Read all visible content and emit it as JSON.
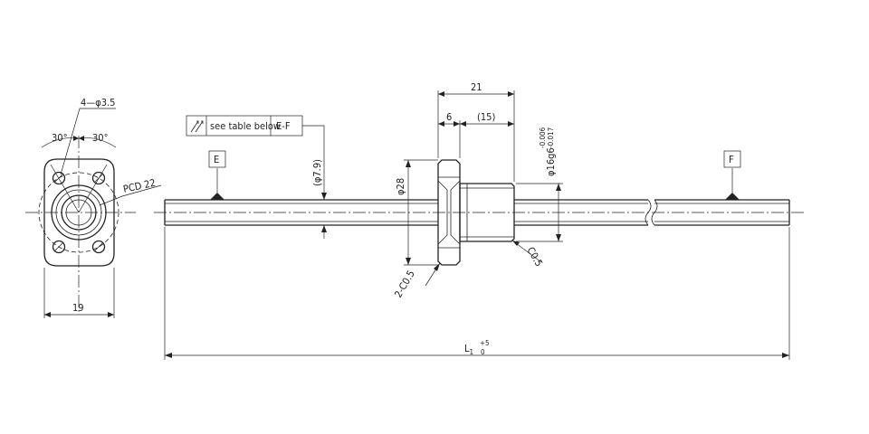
{
  "labels": {
    "holes": "4—φ3.5",
    "angle_left": "30°",
    "angle_right": "30°",
    "pcd": "PCD 22",
    "flange_width": "19",
    "runout_table": "see table below",
    "datum_ref": "E-F",
    "datum_e": "E",
    "datum_f": "F",
    "shaft_dia": "(φ7.9)",
    "flange_dia": "φ28",
    "nut_length": "21",
    "flange_thickness": "6",
    "body_length": "(15)",
    "body_dia_base": "φ16g6",
    "tol_upper": "-0.006",
    "tol_lower": "-0.017",
    "chamfer_flange": "2-C0.5",
    "chamfer_body": "C0.5",
    "length_base": "L",
    "length_sub": "1",
    "tol_plus": "+5",
    "tol_minus": "0"
  },
  "colors": {
    "line": "#222222",
    "background": "#ffffff"
  }
}
